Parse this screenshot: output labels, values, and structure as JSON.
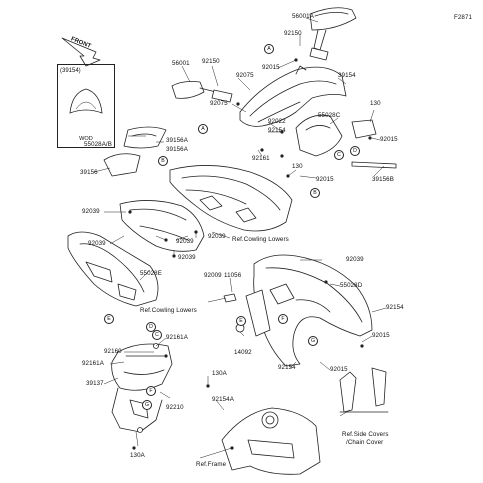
{
  "figure_code": "F2871",
  "front_marker": "FRONT",
  "inset": {
    "code": "(39154)",
    "note": "WOD"
  },
  "labels": {
    "p56001A": "56001A",
    "p92150_top": "92150",
    "p56001": "56001",
    "p92150_l": "92150",
    "p92015_a": "92015",
    "p92075_a": "92075",
    "p39154": "39154",
    "p92075_b": "92075",
    "p130_r": "130",
    "p55028C": "55028C",
    "p92022": "92022",
    "p92154_top": "92154",
    "p92015_r": "92015",
    "p39156A_1": "39156A",
    "p55028AB": "55028A/B",
    "p39156A_2": "39156A",
    "p92161_top": "92161",
    "p130_mid": "130",
    "p92015_mid": "92015",
    "p39156B": "39156B",
    "p39156": "39156",
    "p92039_1": "92039",
    "p92039_2": "92039",
    "p92039_3": "92039",
    "p92039_4": "92039",
    "p92039_5": "92039",
    "ref_cowl_1": "Ref.Cowling Lowers",
    "p92039_r": "92039",
    "p92009": "92009",
    "p11056": "11056",
    "p55028E": "55028E",
    "p55028D": "55028D",
    "p92154_r": "92154",
    "ref_cowl_2": "Ref.Cowling Lowers",
    "p92015_r2": "92015",
    "p92161A_1": "92161A",
    "p14092": "14092",
    "p92160": "92160",
    "p92161A_2": "92161A",
    "p92154_b": "92154",
    "p92015_b": "92015",
    "p39137": "39137",
    "p130A_1": "130A",
    "p92210": "92210",
    "p92154A": "92154A",
    "ref_side_1": "Ref.Side Covers",
    "ref_side_2": "/Chain Cover",
    "p130A_2": "130A",
    "ref_frame": "Ref.Frame"
  },
  "callouts": {
    "A1": "A",
    "A2": "A",
    "B1": "B",
    "B2": "B",
    "C1": "C",
    "C2": "C",
    "D1": "D",
    "D2": "D",
    "E1": "E",
    "E2": "E",
    "F1": "F",
    "F2": "F",
    "G1": "G",
    "G2": "G"
  }
}
